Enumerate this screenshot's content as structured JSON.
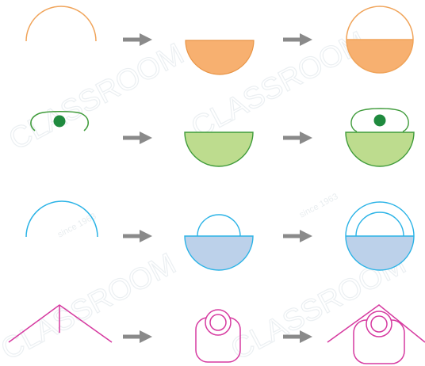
{
  "colors": {
    "orange": "#f0a45a",
    "orange_fill": "#f7b070",
    "green": "#3f9b3a",
    "green_fill": "#bddc8e",
    "green_dot": "#1f8a3e",
    "blue": "#2bb3e6",
    "blue_fill": "#bcd1ea",
    "pink": "#d63aa0",
    "arrow": "#8a8a8a",
    "watermark": "#eef2f4"
  },
  "watermark": {
    "text": "CLASSROOM",
    "small": "since 1963"
  },
  "rows": [
    {
      "name": "row-1-orange",
      "steps": [
        "arc",
        "filled-half-bowl",
        "circle-with-filled-bottom-half"
      ]
    },
    {
      "name": "row-2-green",
      "steps": [
        "eye-with-dot",
        "filled-half-bowl",
        "bowl-with-eye-on-top"
      ]
    },
    {
      "name": "row-3-blue",
      "steps": [
        "arc",
        "bowl-with-inner-arc",
        "circle-with-inner-arc-and-filled-bottom"
      ]
    },
    {
      "name": "row-4-pink",
      "steps": [
        "roof-shape",
        "rounded-square-with-ring",
        "roof-over-rounded-square"
      ]
    }
  ],
  "arrows": [
    {
      "name": "arrow-row1-a"
    },
    {
      "name": "arrow-row1-b"
    },
    {
      "name": "arrow-row2-a"
    },
    {
      "name": "arrow-row2-b"
    },
    {
      "name": "arrow-row3-a"
    },
    {
      "name": "arrow-row3-b"
    },
    {
      "name": "arrow-row4-a"
    },
    {
      "name": "arrow-row4-b"
    }
  ]
}
